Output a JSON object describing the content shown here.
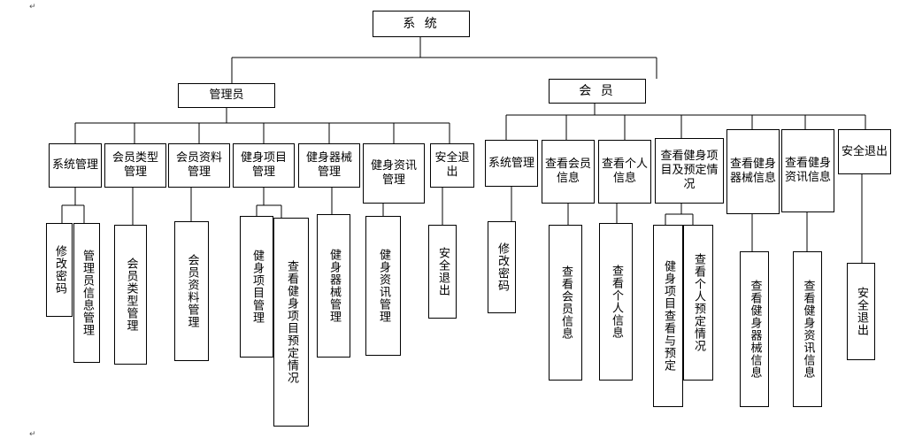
{
  "root": {
    "label": "系 统"
  },
  "branches": [
    {
      "label": "管理员",
      "modules": [
        {
          "label": "系统管理",
          "children": [
            "修改密码",
            "管理员信息管理"
          ]
        },
        {
          "label": "会员类型管理",
          "children": [
            "会员类型管理"
          ]
        },
        {
          "label": "会员资料管理",
          "children": [
            "会员资料管理"
          ]
        },
        {
          "label": "健身项目管理",
          "children": [
            "健身项目管理",
            "查看健身项目预定情况"
          ]
        },
        {
          "label": "健身器械管理",
          "children": [
            "健身器械管理"
          ]
        },
        {
          "label": "健身资讯管理",
          "children": [
            "健身资讯管理"
          ]
        },
        {
          "label": "安全退出",
          "children": [
            "安全退出"
          ]
        }
      ]
    },
    {
      "label": "会 员",
      "modules": [
        {
          "label": "系统管理",
          "children": [
            "修改密码"
          ]
        },
        {
          "label": "查看会员信息",
          "children": [
            "查看会员信息"
          ]
        },
        {
          "label": "查看个人信息",
          "children": [
            "查看个人信息"
          ]
        },
        {
          "label": "查看健身项目及预定情况",
          "children": [
            "健身项目查看与预定",
            "查看个人预定情况"
          ]
        },
        {
          "label": "查看健身器械信息",
          "children": [
            "查看健身器械信息"
          ]
        },
        {
          "label": "查看健身资讯信息",
          "children": [
            "查看健身资讯信息"
          ]
        },
        {
          "label": "安全退出",
          "children": [
            "安全退出"
          ]
        }
      ]
    }
  ]
}
